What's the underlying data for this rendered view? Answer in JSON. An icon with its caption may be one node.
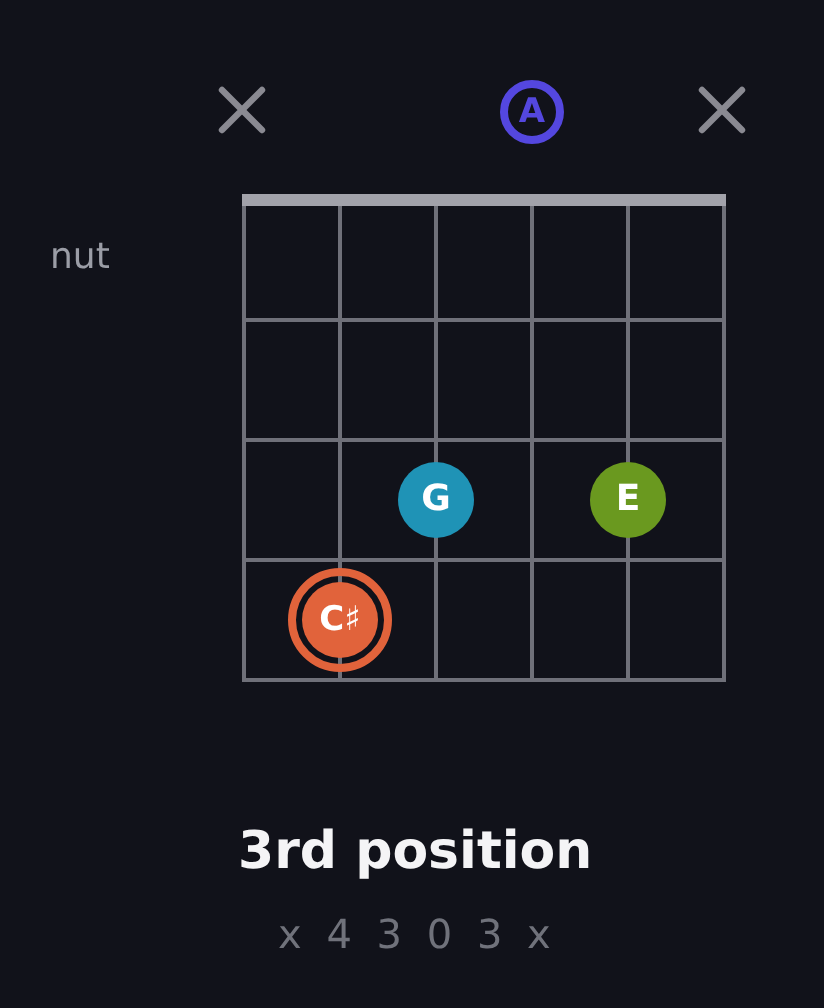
{
  "diagram": {
    "title": "3rd position",
    "nodes": [
      {
        "text": [
          "A"
        ]
      },
      {
        "text": [
          "G"
        ]
      },
      {
        "text": [
          "E"
        ]
      },
      {
        "text": [
          "C♯"
        ]
      }
    ],
    "labels": [
      "nut",
      "x 4 3 0 3 x"
    ]
  }
}
